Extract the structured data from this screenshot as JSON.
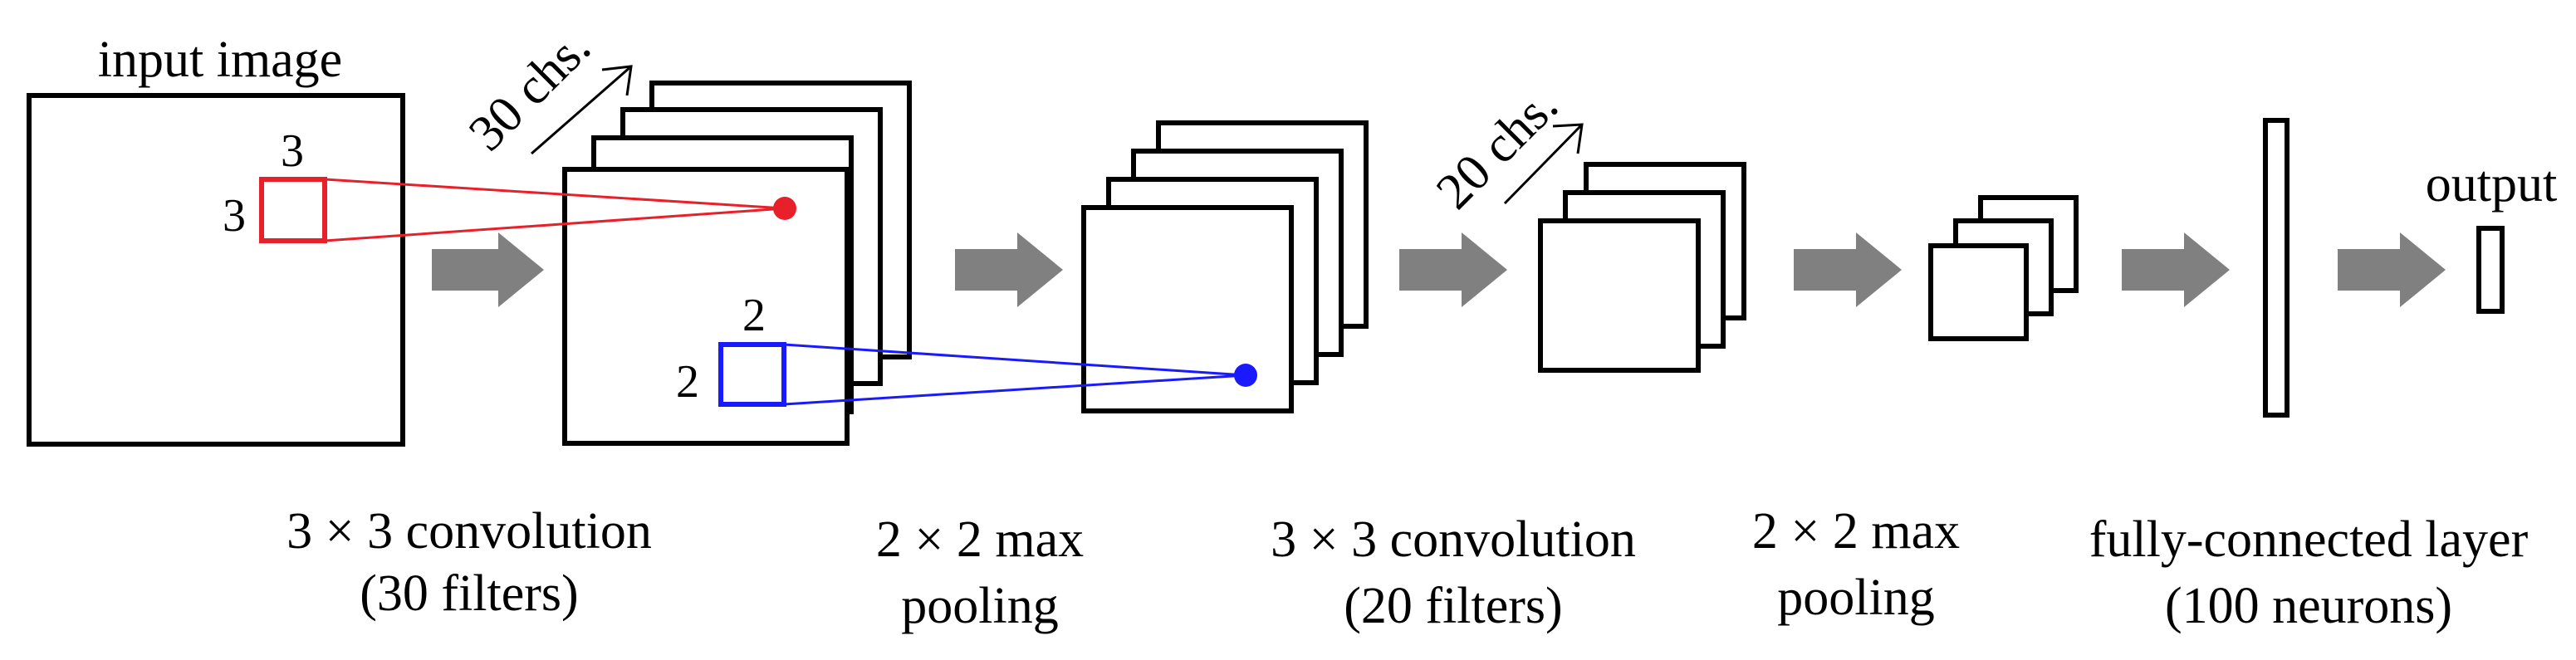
{
  "diagram": {
    "colors": {
      "stroke": "#000000",
      "red": "#e8202a",
      "blue": "#1a1aff",
      "arrow": "#808080"
    },
    "labels": {
      "input_image": "input image",
      "kernel1_w": "3",
      "kernel1_h": "3",
      "kernel2_w": "2",
      "kernel2_h": "2",
      "channels1": "30 chs.",
      "channels2": "20 chs.",
      "output": "output"
    },
    "stages": [
      {
        "line1": "3 × 3 convolution",
        "line2": "(30 filters)"
      },
      {
        "line1": "2 × 2 max",
        "line2": "pooling"
      },
      {
        "line1": "3 × 3 convolution",
        "line2": "(20 filters)"
      },
      {
        "line1": "2 × 2 max",
        "line2": "pooling"
      },
      {
        "line1": "fully-connected layer",
        "line2": "(100 neurons)"
      }
    ]
  }
}
